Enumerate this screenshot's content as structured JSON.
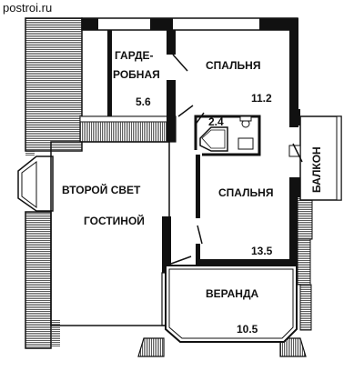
{
  "watermark": "postroi.ru",
  "rooms": {
    "wardrobe": {
      "name_line1": "ГАРДЕ-",
      "name_line2": "РОБНАЯ",
      "area": "5.6"
    },
    "bedroom_top": {
      "name": "СПАЛЬНЯ",
      "area": "11.2"
    },
    "bathroom": {
      "area": "2.4"
    },
    "bedroom_middle": {
      "name": "СПАЛЬНЯ",
      "area": "13.5"
    },
    "living": {
      "name_line1": "ВТОРОЙ СВЕТ",
      "name_line2": "ГОСТИНОЙ"
    },
    "veranda": {
      "name": "ВЕРАНДА",
      "area": "10.5"
    },
    "balcony": {
      "name": "БАЛКОН"
    }
  }
}
